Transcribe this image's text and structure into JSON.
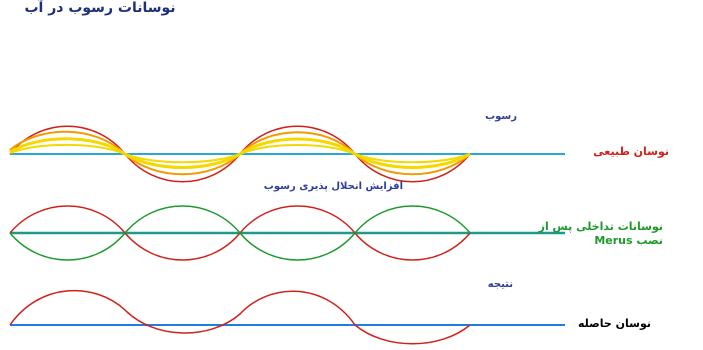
{
  "title": "نوسانات رسوب در آب",
  "colors": {
    "title": "#1f2f7a",
    "baseline_row1": "#29a8d8",
    "baseline_row2": "#1e9a8c",
    "baseline_row3": "#1f7fe0",
    "red": "#d0221a",
    "green": "#1e9a2c",
    "yellow": "#f5d800",
    "orange": "#f39a00"
  },
  "rows": [
    {
      "upper_label": "رسوب",
      "side_label": "نوسان طبیعی"
    },
    {
      "upper_label": "افزایش انحلال پذیری رسوب",
      "side_label_line1": "نوسانات تداخلی پس از",
      "side_label_line2": "نصب Merus"
    },
    {
      "upper_label": "نتیجه",
      "side_label": "نوسان حاصله"
    }
  ]
}
